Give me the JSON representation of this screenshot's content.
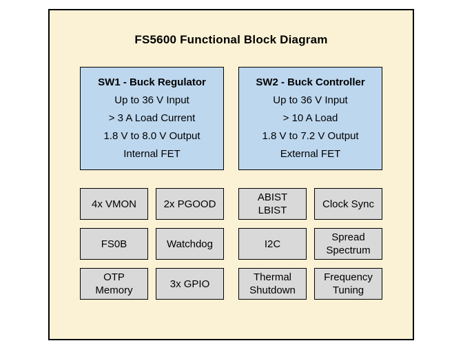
{
  "title": "FS5600 Functional Block Diagram",
  "colors": {
    "frame_background": "#FBF2D5",
    "sw_block_fill": "#BDD7EE",
    "feature_block_fill": "#D9D9D9",
    "border": "#000000"
  },
  "sw_blocks": [
    {
      "title": "SW1 - Buck Regulator",
      "lines": [
        "Up to 36 V Input",
        "> 3 A Load Current",
        "1.8 V to 8.0 V Output",
        "Internal FET"
      ]
    },
    {
      "title": "SW2 - Buck Controller",
      "lines": [
        "Up to 36 V Input",
        "> 10 A Load",
        "1.8 V to 7.2 V Output",
        "External FET"
      ]
    }
  ],
  "feature_blocks": [
    [
      "4x VMON",
      "2x PGOOD",
      "ABIST\nLBIST",
      "Clock Sync"
    ],
    [
      "FS0B",
      "Watchdog",
      "I2C",
      "Spread\nSpectrum"
    ],
    [
      "OTP\nMemory",
      "3x GPIO",
      "Thermal\nShutdown",
      "Frequency\nTuning"
    ]
  ]
}
